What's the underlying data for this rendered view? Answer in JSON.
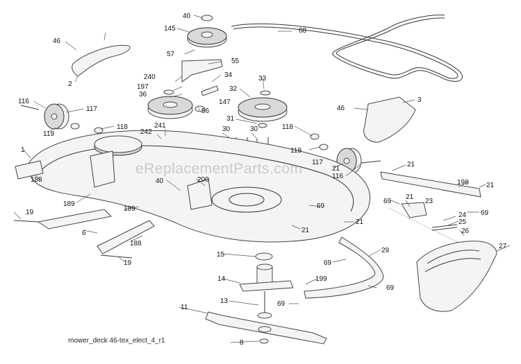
{
  "diagram": {
    "caption": "mower_deck 46-tex_elect_4_r1",
    "watermark": "eReplacementParts.com",
    "callouts": {
      "c40a": "40",
      "c145": "145",
      "c68": "68",
      "c46a": "46",
      "c57": "57",
      "c55": "55",
      "c2": "2",
      "c240": "240",
      "c34": "34",
      "c33": "33",
      "c197": "197",
      "c32": "32",
      "c36": "36",
      "c147": "147",
      "c46b": "46",
      "c3": "3",
      "c116a": "116",
      "c117a": "117",
      "c56": "56",
      "c31": "31",
      "c119a": "119",
      "c118a": "118",
      "c241": "241",
      "c242": "242",
      "c30a": "30",
      "c30b": "30",
      "c118b": "118",
      "c1": "1",
      "c119b": "119",
      "c21a": "21",
      "c21b": "21",
      "c117b": "117",
      "c116b": "116",
      "c188a": "188",
      "c40b": "40",
      "c200": "200",
      "c198": "198",
      "c21c": "21",
      "c189a": "189",
      "c69a": "69",
      "c21d": "21",
      "c23": "23",
      "c69b": "69",
      "c19a": "19",
      "c189b": "189",
      "c24": "24",
      "c69c": "69",
      "c6": "6",
      "c21e": "21",
      "c25": "25",
      "c21f": "21",
      "c26": "26",
      "c188b": "188",
      "c27": "27",
      "c15": "15",
      "c29": "29",
      "c19b": "19",
      "c69d": "69",
      "c14": "14",
      "c199": "199",
      "c69e": "69",
      "c13": "13",
      "c69f": "69",
      "c11": "11",
      "c8": "8"
    }
  }
}
